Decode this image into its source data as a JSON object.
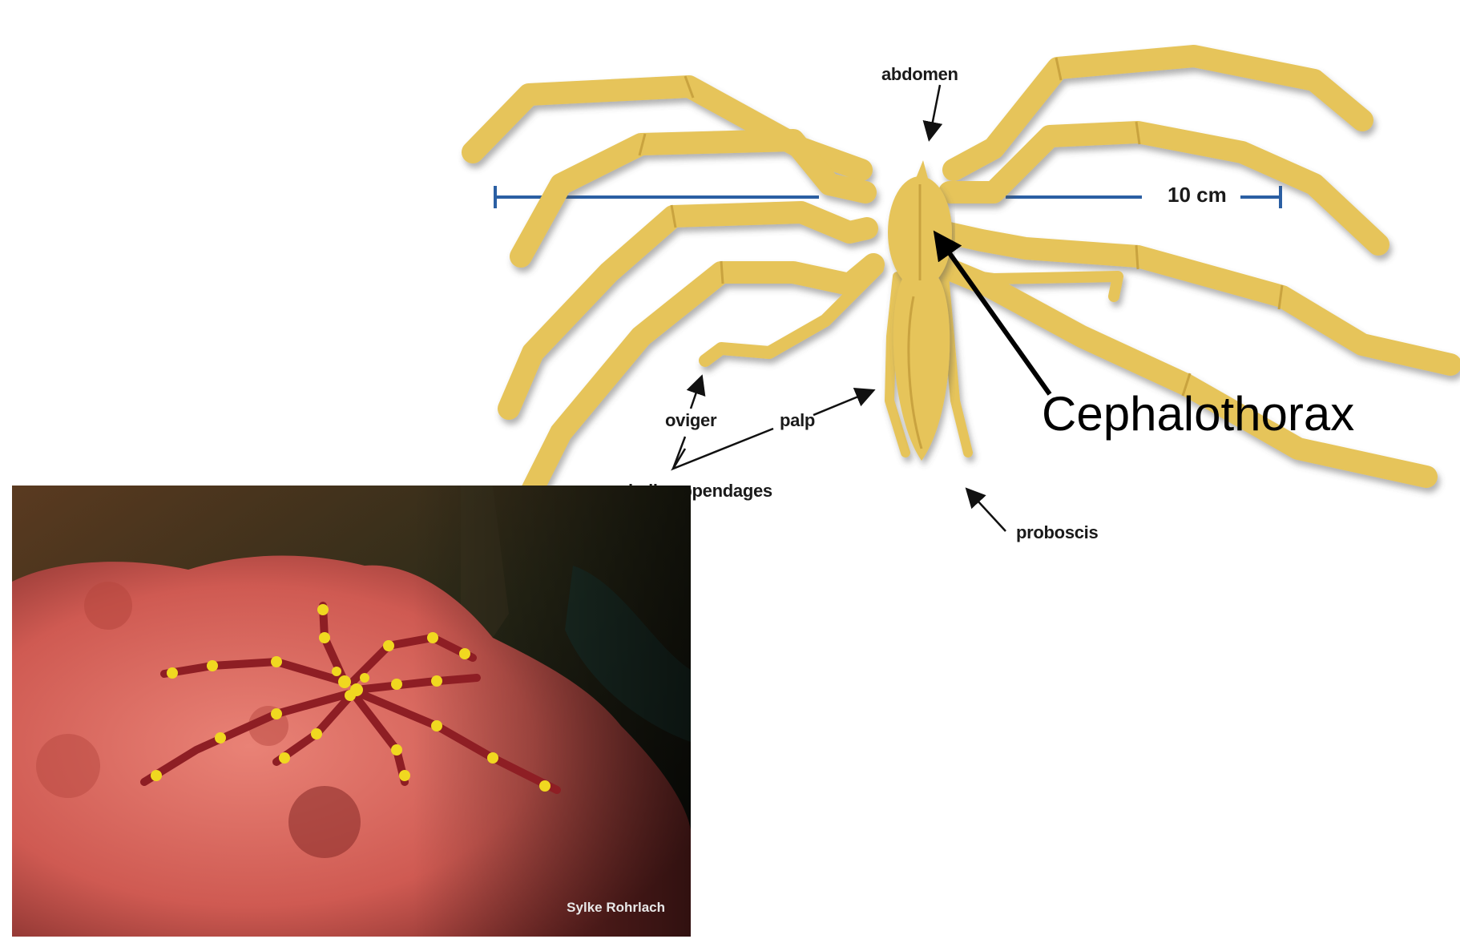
{
  "labels": {
    "abdomen": "abdomen",
    "scale": "10 cm",
    "oviger": "oviger",
    "palp": "palp",
    "cephalic_appendages": "cephalic appendages",
    "proboscis": "proboscis",
    "cephalothorax": "Cephalothorax"
  },
  "photo": {
    "credit": "Sylke Rohrlach"
  },
  "colors": {
    "specimen": "#e6c45a",
    "specimen_shadow": "#c9a33f",
    "scale_bar": "#2b5fa3",
    "sponge": "#d9605a",
    "spider_leg": "#8e1e24",
    "spider_band": "#f0d820"
  }
}
